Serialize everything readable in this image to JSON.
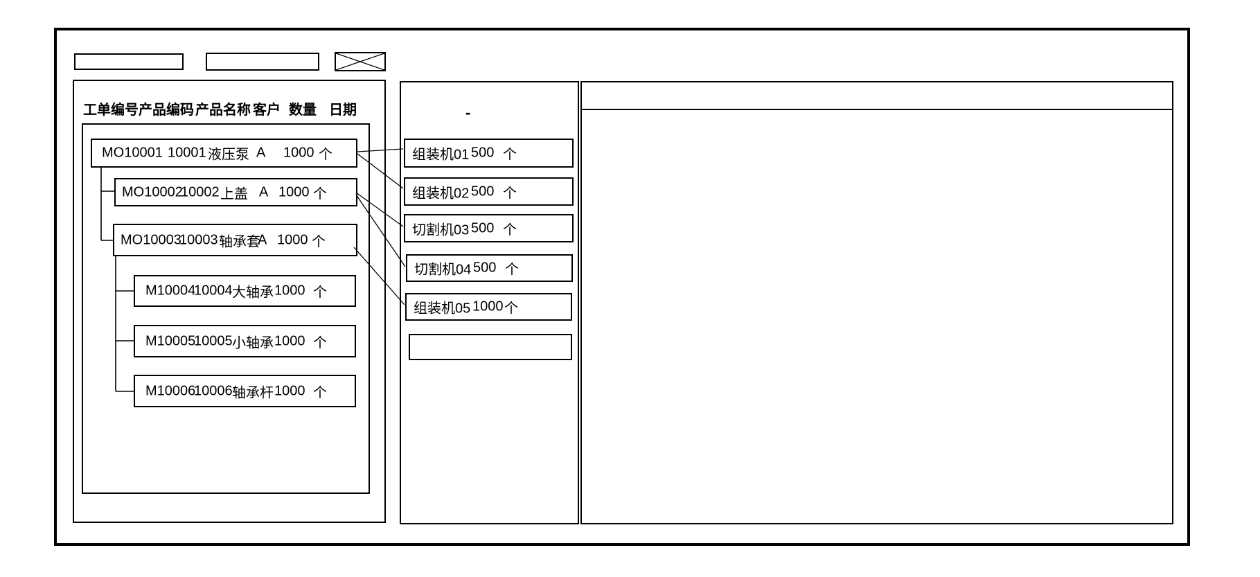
{
  "header_columns": [
    "工单编号",
    "产品编码",
    "产品名称",
    "客户",
    "数量",
    "日期"
  ],
  "work_orders": [
    {
      "order_no": "MO10001",
      "product_code": "10001",
      "product_name": "液压泵",
      "customer": "A",
      "qty": "1000",
      "unit": "个",
      "level": 0
    },
    {
      "order_no": "MO10002",
      "product_code": "10002",
      "product_name": "上盖",
      "customer": "A",
      "qty": "1000",
      "unit": "个",
      "level": 1
    },
    {
      "order_no": "MO10003",
      "product_code": "10003",
      "product_name": "轴承套",
      "customer": "A",
      "qty": "1000",
      "unit": "个",
      "level": 1
    },
    {
      "order_no": "M10004",
      "product_code": "10004",
      "product_name": "大轴承",
      "customer": "",
      "qty": "1000",
      "unit": "个",
      "level": 2
    },
    {
      "order_no": "M10005",
      "product_code": "10005",
      "product_name": "小轴承",
      "customer": "",
      "qty": "1000",
      "unit": "个",
      "level": 2
    },
    {
      "order_no": "M10006",
      "product_code": "10006",
      "product_name": "轴承杆",
      "customer": "",
      "qty": "1000",
      "unit": "个",
      "level": 2
    }
  ],
  "machines": [
    {
      "name": "组装机01",
      "qty": "500",
      "unit": "个"
    },
    {
      "name": "组装机02",
      "qty": "500",
      "unit": "个"
    },
    {
      "name": "切割机03",
      "qty": "500",
      "unit": "个"
    },
    {
      "name": "切割机04",
      "qty": "500",
      "unit": "个"
    },
    {
      "name": "组装机05",
      "qty": "1000",
      "unit": "个"
    },
    {
      "name": "",
      "qty": "",
      "unit": ""
    }
  ],
  "connections": [
    {
      "from": "MO10001",
      "to": "组装机01"
    },
    {
      "from": "MO10001",
      "to": "组装机02"
    },
    {
      "from": "MO10002",
      "to": "切割机03"
    },
    {
      "from": "MO10002",
      "to": "切割机04"
    },
    {
      "from": "MO10003",
      "to": "组装机05"
    }
  ],
  "marks": {
    "middle_panel_dot": "-"
  },
  "colors": {
    "line": "#000000",
    "background": "#ffffff"
  }
}
